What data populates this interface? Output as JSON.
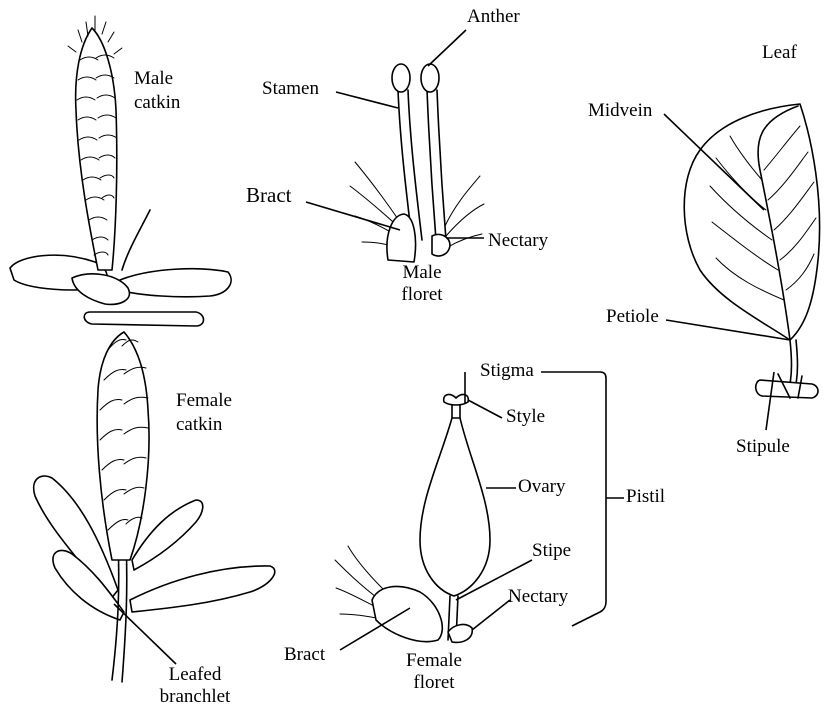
{
  "labels": {
    "male_catkin_1": "Male",
    "male_catkin_2": "catkin",
    "anther": "Anther",
    "stamen": "Stamen",
    "bract_top": "Bract",
    "nectary_top": "Nectary",
    "male_floret_1": "Male",
    "male_floret_2": "floret",
    "leaf": "Leaf",
    "midvein": "Midvein",
    "petiole": "Petiole",
    "stipule": "Stipule",
    "female_catkin_1": "Female",
    "female_catkin_2": "catkin",
    "leafed_1": "Leafed",
    "leafed_2": "branchlet",
    "stigma": "Stigma",
    "style": "Style",
    "ovary": "Ovary",
    "pistil": "Pistil",
    "stipe": "Stipe",
    "nectary_bottom": "Nectary",
    "bract_bottom": "Bract",
    "female_floret_1": "Female",
    "female_floret_2": "floret"
  }
}
